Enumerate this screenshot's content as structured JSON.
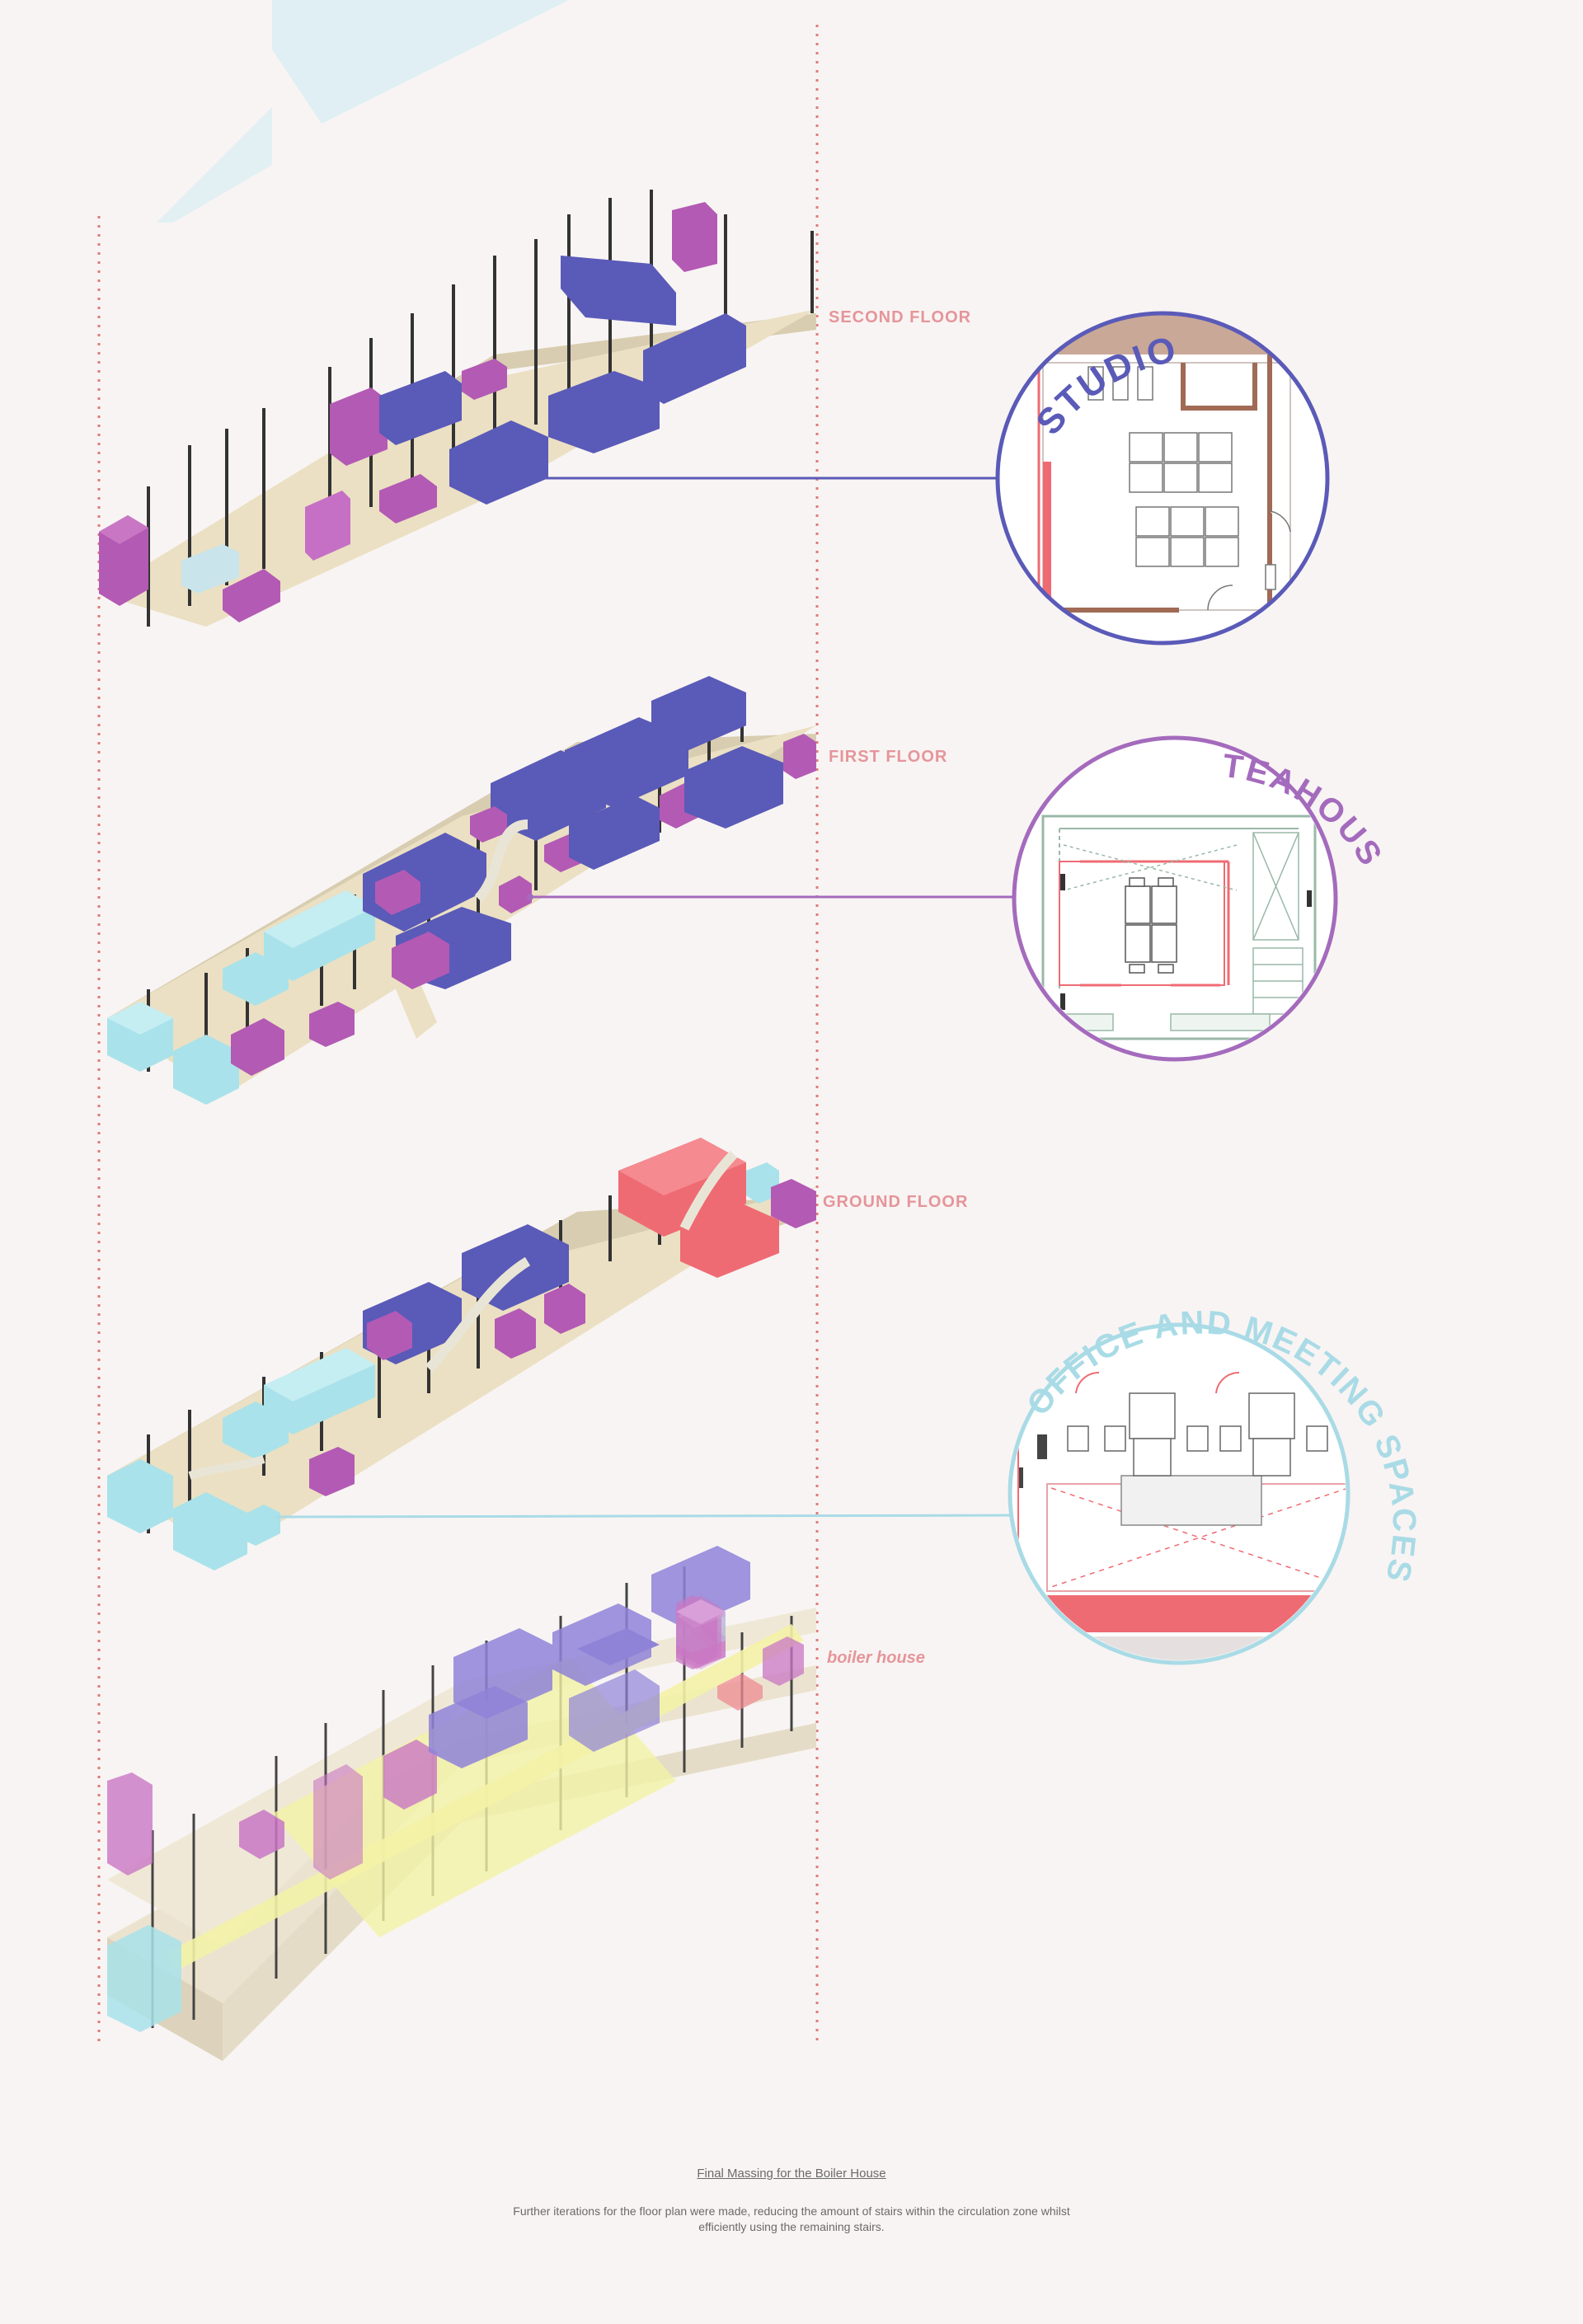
{
  "colors": {
    "background": "#f8f4f3",
    "guide_line": "#e07a7a",
    "slab": "#e8dcc0",
    "studio_blue": "#5a5ab8",
    "teahouse_purple": "#a46bbd",
    "office_cyan": "#a9dbe6",
    "magenta_block": "#b35ab4",
    "cyan_block": "#a9e2ea",
    "red_block": "#ef6b73",
    "roof_yellow": "#f3f2a6"
  },
  "floors": [
    {
      "key": "second",
      "label": "SECOND FLOOR",
      "color": "#e5959a"
    },
    {
      "key": "first",
      "label": "FIRST FLOOR",
      "color": "#e5959a"
    },
    {
      "key": "ground",
      "label": "GROUND FLOOR",
      "color": "#e5959a"
    },
    {
      "key": "boiler",
      "label": "boiler house",
      "color": "#e5959a"
    }
  ],
  "callouts": [
    {
      "name": "studio",
      "label": "STUDIO",
      "color": "#5a5ab8"
    },
    {
      "name": "teahouse",
      "label": "TEAHOUSE",
      "color": "#a46bbd"
    },
    {
      "name": "office",
      "label": "OFFICE AND MEETING SPACES",
      "color": "#a9dbe6"
    }
  ],
  "caption": {
    "title": "Final Massing for the Boiler House",
    "line1": "Further iterations for the floor plan were made, reducing the amount of stairs within the circulation zone whilst",
    "line2": "efficiently using the remaining stairs."
  }
}
